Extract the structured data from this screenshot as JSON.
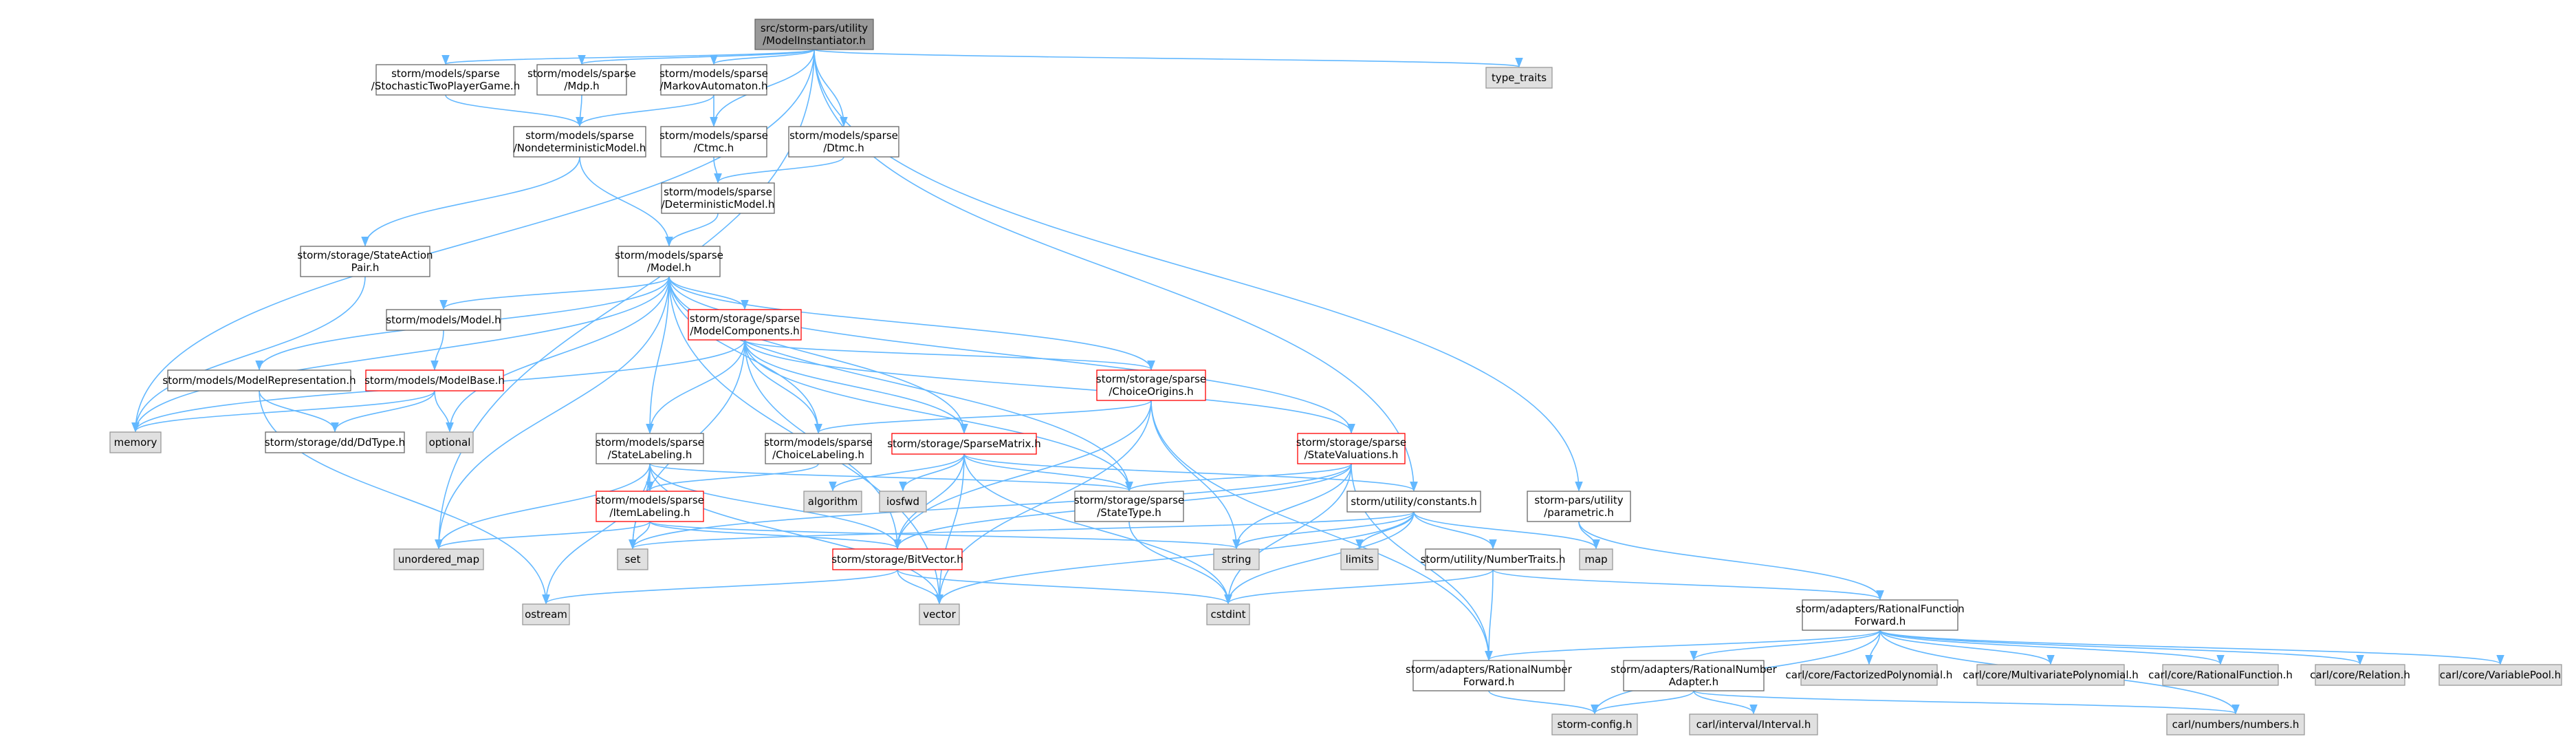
{
  "colors": {
    "edge": "#63b8ff",
    "box_default_fill": "#ffffff",
    "box_default_stroke": "#666666",
    "box_root_fill": "#999999",
    "box_root_stroke": "#666666",
    "box_system_fill": "#e0e0e0",
    "box_system_stroke": "#999999",
    "box_highlight_fill": "#ffffff",
    "box_highlight_stroke": "#ff0000"
  },
  "nodes": [
    {
      "id": "root",
      "kind": "root",
      "lines": [
        "src/storm-pars/utility",
        "/ModelInstantiator.h"
      ]
    },
    {
      "id": "stpg",
      "kind": "default",
      "lines": [
        "storm/models/sparse",
        "/StochasticTwoPlayerGame.h"
      ]
    },
    {
      "id": "mdp",
      "kind": "default",
      "lines": [
        "storm/models/sparse",
        "/Mdp.h"
      ]
    },
    {
      "id": "ma",
      "kind": "default",
      "lines": [
        "storm/models/sparse",
        "/MarkovAutomaton.h"
      ]
    },
    {
      "id": "ctmc",
      "kind": "default",
      "lines": [
        "storm/models/sparse",
        "/Ctmc.h"
      ]
    },
    {
      "id": "dtmc",
      "kind": "default",
      "lines": [
        "storm/models/sparse",
        "/Dtmc.h"
      ]
    },
    {
      "id": "type_traits",
      "kind": "system",
      "lines": [
        "type_traits"
      ]
    },
    {
      "id": "ndm",
      "kind": "default",
      "lines": [
        "storm/models/sparse",
        "/NondeterministicModel.h"
      ]
    },
    {
      "id": "detm",
      "kind": "default",
      "lines": [
        "storm/models/sparse",
        "/DeterministicModel.h"
      ]
    },
    {
      "id": "sap",
      "kind": "default",
      "lines": [
        "storm/storage/StateAction",
        "Pair.h"
      ]
    },
    {
      "id": "model",
      "kind": "default",
      "lines": [
        "storm/models/sparse",
        "/Model.h"
      ]
    },
    {
      "id": "modelh",
      "kind": "default",
      "lines": [
        "storm/models/Model.h"
      ]
    },
    {
      "id": "modelbase",
      "kind": "highlight",
      "lines": [
        "storm/models/ModelBase.h"
      ]
    },
    {
      "id": "modelrep",
      "kind": "default",
      "lines": [
        "storm/models/ModelRepresentation.h"
      ]
    },
    {
      "id": "mcomp",
      "kind": "highlight",
      "lines": [
        "storm/storage/sparse",
        "/ModelComponents.h"
      ]
    },
    {
      "id": "corig",
      "kind": "highlight",
      "lines": [
        "storm/storage/sparse",
        "/ChoiceOrigins.h"
      ]
    },
    {
      "id": "sval",
      "kind": "highlight",
      "lines": [
        "storm/storage/sparse",
        "/StateValuations.h"
      ]
    },
    {
      "id": "memory",
      "kind": "system",
      "lines": [
        "memory"
      ]
    },
    {
      "id": "optional",
      "kind": "system",
      "lines": [
        "optional"
      ]
    },
    {
      "id": "ddtype",
      "kind": "default",
      "lines": [
        "storm/storage/dd/DdType.h"
      ]
    },
    {
      "id": "slab",
      "kind": "default",
      "lines": [
        "storm/models/sparse",
        "/StateLabeling.h"
      ]
    },
    {
      "id": "clab",
      "kind": "default",
      "lines": [
        "storm/models/sparse",
        "/ChoiceLabeling.h"
      ]
    },
    {
      "id": "spm",
      "kind": "highlight",
      "lines": [
        "storm/storage/SparseMatrix.h"
      ]
    },
    {
      "id": "algorithm",
      "kind": "system",
      "lines": [
        "algorithm"
      ]
    },
    {
      "id": "iosfwd",
      "kind": "system",
      "lines": [
        "iosfwd"
      ]
    },
    {
      "id": "stype",
      "kind": "default",
      "lines": [
        "storm/storage/sparse",
        "/StateType.h"
      ]
    },
    {
      "id": "constants",
      "kind": "default",
      "lines": [
        "storm/utility/constants.h"
      ]
    },
    {
      "id": "parametric",
      "kind": "default",
      "lines": [
        "storm-pars/utility",
        "/parametric.h"
      ]
    },
    {
      "id": "itemlab",
      "kind": "highlight",
      "lines": [
        "storm/models/sparse",
        "/ItemLabeling.h"
      ]
    },
    {
      "id": "umap",
      "kind": "system",
      "lines": [
        "unordered_map"
      ]
    },
    {
      "id": "set",
      "kind": "system",
      "lines": [
        "set"
      ]
    },
    {
      "id": "bitvec",
      "kind": "highlight",
      "lines": [
        "storm/storage/BitVector.h"
      ]
    },
    {
      "id": "string",
      "kind": "system",
      "lines": [
        "string"
      ]
    },
    {
      "id": "limits",
      "kind": "system",
      "lines": [
        "limits"
      ]
    },
    {
      "id": "map",
      "kind": "system",
      "lines": [
        "map"
      ]
    },
    {
      "id": "numtraits",
      "kind": "default",
      "lines": [
        "storm/utility/NumberTraits.h"
      ]
    },
    {
      "id": "ostream",
      "kind": "system",
      "lines": [
        "ostream"
      ]
    },
    {
      "id": "vector",
      "kind": "system",
      "lines": [
        "vector"
      ]
    },
    {
      "id": "cstdint",
      "kind": "system",
      "lines": [
        "cstdint"
      ]
    },
    {
      "id": "rff",
      "kind": "default",
      "lines": [
        "storm/adapters/RationalFunction",
        "Forward.h"
      ]
    },
    {
      "id": "rnf",
      "kind": "default",
      "lines": [
        "storm/adapters/RationalNumber",
        "Forward.h"
      ]
    },
    {
      "id": "rna",
      "kind": "default",
      "lines": [
        "storm/adapters/RationalNumber",
        "Adapter.h"
      ]
    },
    {
      "id": "factpoly",
      "kind": "system",
      "lines": [
        "carl/core/FactorizedPolynomial.h"
      ]
    },
    {
      "id": "multipoly",
      "kind": "system",
      "lines": [
        "carl/core/MultivariatePolynomial.h"
      ]
    },
    {
      "id": "ratfunc",
      "kind": "system",
      "lines": [
        "carl/core/RationalFunction.h"
      ]
    },
    {
      "id": "relation",
      "kind": "system",
      "lines": [
        "carl/core/Relation.h"
      ]
    },
    {
      "id": "varpool",
      "kind": "system",
      "lines": [
        "carl/core/VariablePool.h"
      ]
    },
    {
      "id": "stormconfig",
      "kind": "system",
      "lines": [
        "storm-config.h"
      ]
    },
    {
      "id": "interval",
      "kind": "system",
      "lines": [
        "carl/interval/Interval.h"
      ]
    },
    {
      "id": "numbers",
      "kind": "system",
      "lines": [
        "carl/numbers/numbers.h"
      ]
    }
  ],
  "edges": [
    [
      "root",
      "stpg"
    ],
    [
      "root",
      "mdp"
    ],
    [
      "root",
      "ma"
    ],
    [
      "root",
      "ctmc"
    ],
    [
      "root",
      "dtmc"
    ],
    [
      "root",
      "type_traits"
    ],
    [
      "root",
      "memory"
    ],
    [
      "root",
      "umap"
    ],
    [
      "root",
      "constants"
    ],
    [
      "root",
      "parametric"
    ],
    [
      "stpg",
      "ndm"
    ],
    [
      "mdp",
      "ndm"
    ],
    [
      "ma",
      "ndm"
    ],
    [
      "ma",
      "ctmc"
    ],
    [
      "ctmc",
      "detm"
    ],
    [
      "dtmc",
      "detm"
    ],
    [
      "ndm",
      "sap"
    ],
    [
      "ndm",
      "model"
    ],
    [
      "detm",
      "model"
    ],
    [
      "sap",
      "memory"
    ],
    [
      "model",
      "modelh"
    ],
    [
      "model",
      "modelrep"
    ],
    [
      "model",
      "mcomp"
    ],
    [
      "model",
      "corig"
    ],
    [
      "model",
      "sval"
    ],
    [
      "model",
      "optional"
    ],
    [
      "model",
      "slab"
    ],
    [
      "model",
      "clab"
    ],
    [
      "model",
      "spm"
    ],
    [
      "model",
      "stype"
    ],
    [
      "model",
      "umap"
    ],
    [
      "model",
      "vector"
    ],
    [
      "model",
      "memory"
    ],
    [
      "modelh",
      "modelbase"
    ],
    [
      "modelbase",
      "memory"
    ],
    [
      "modelbase",
      "optional"
    ],
    [
      "modelbase",
      "ddtype"
    ],
    [
      "modelrep",
      "ddtype"
    ],
    [
      "modelrep",
      "ostream"
    ],
    [
      "mcomp",
      "memory"
    ],
    [
      "mcomp",
      "corig"
    ],
    [
      "mcomp",
      "sval"
    ],
    [
      "mcomp",
      "slab"
    ],
    [
      "mcomp",
      "clab"
    ],
    [
      "mcomp",
      "spm"
    ],
    [
      "mcomp",
      "stype"
    ],
    [
      "mcomp",
      "bitvec"
    ],
    [
      "mcomp",
      "set"
    ],
    [
      "corig",
      "clab"
    ],
    [
      "corig",
      "bitvec"
    ],
    [
      "corig",
      "string"
    ],
    [
      "corig",
      "vector"
    ],
    [
      "corig",
      "rnf"
    ],
    [
      "sval",
      "stype"
    ],
    [
      "sval",
      "bitvec"
    ],
    [
      "sval",
      "string"
    ],
    [
      "sval",
      "cstdint"
    ],
    [
      "sval",
      "rnf"
    ],
    [
      "sval",
      "set"
    ],
    [
      "slab",
      "itemlab"
    ],
    [
      "slab",
      "umap"
    ],
    [
      "slab",
      "set"
    ],
    [
      "slab",
      "ostream"
    ],
    [
      "slab",
      "bitvec"
    ],
    [
      "slab",
      "vector"
    ],
    [
      "slab",
      "stype"
    ],
    [
      "clab",
      "itemlab"
    ],
    [
      "spm",
      "algorithm"
    ],
    [
      "spm",
      "iosfwd"
    ],
    [
      "spm",
      "stype"
    ],
    [
      "spm",
      "bitvec"
    ],
    [
      "spm",
      "vector"
    ],
    [
      "spm",
      "cstdint"
    ],
    [
      "spm",
      "constants"
    ],
    [
      "stype",
      "cstdint"
    ],
    [
      "constants",
      "limits"
    ],
    [
      "constants",
      "string"
    ],
    [
      "constants",
      "map"
    ],
    [
      "constants",
      "set"
    ],
    [
      "constants",
      "vector"
    ],
    [
      "constants",
      "cstdint"
    ],
    [
      "constants",
      "numtraits"
    ],
    [
      "parametric",
      "map"
    ],
    [
      "parametric",
      "rff"
    ],
    [
      "itemlab",
      "umap"
    ],
    [
      "itemlab",
      "set"
    ],
    [
      "itemlab",
      "bitvec"
    ],
    [
      "itemlab",
      "string"
    ],
    [
      "bitvec",
      "ostream"
    ],
    [
      "bitvec",
      "vector"
    ],
    [
      "bitvec",
      "cstdint"
    ],
    [
      "numtraits",
      "cstdint"
    ],
    [
      "numtraits",
      "rnf"
    ],
    [
      "numtraits",
      "rff"
    ],
    [
      "rff",
      "rnf"
    ],
    [
      "rff",
      "rna"
    ],
    [
      "rff",
      "factpoly"
    ],
    [
      "rff",
      "multipoly"
    ],
    [
      "rff",
      "ratfunc"
    ],
    [
      "rff",
      "relation"
    ],
    [
      "rff",
      "varpool"
    ],
    [
      "rff",
      "stormconfig"
    ],
    [
      "rff",
      "numbers"
    ],
    [
      "rnf",
      "stormconfig"
    ],
    [
      "rna",
      "stormconfig"
    ],
    [
      "rna",
      "interval"
    ],
    [
      "rna",
      "numbers"
    ]
  ]
}
